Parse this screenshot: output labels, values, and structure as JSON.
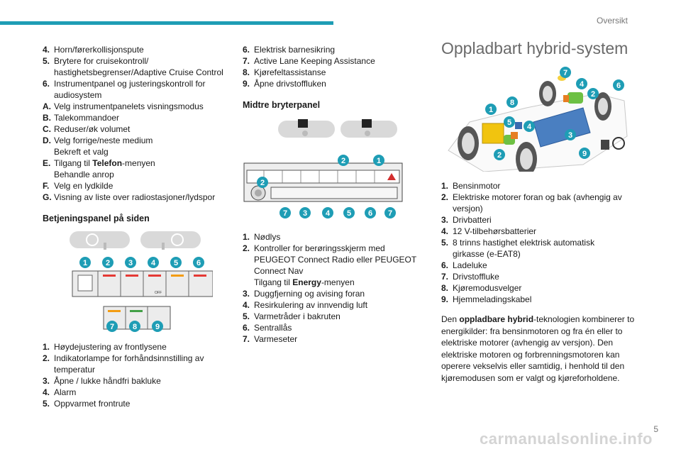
{
  "header": {
    "section": "Oversikt"
  },
  "col1": {
    "items_top": [
      {
        "k": "4.",
        "v": "Horn/førerkollisjonspute"
      },
      {
        "k": "5.",
        "v": "Brytere for cruisekontroll/"
      },
      {
        "k": "",
        "v": "hastighetsbegrenser/Adaptive Cruise Control"
      },
      {
        "k": "6.",
        "v": "Instrumentpanel og justeringskontroll for"
      },
      {
        "k": "",
        "v": "audiosystem"
      },
      {
        "k": "A.",
        "v": "Velg instrumentpanelets visningsmodus"
      },
      {
        "k": "B.",
        "v": "Talekommandoer"
      },
      {
        "k": "C.",
        "v": "Reduser/øk volumet"
      },
      {
        "k": "D.",
        "v": "Velg forrige/neste medium"
      },
      {
        "k": "",
        "v": "Bekreft et valg"
      },
      {
        "k": "E.",
        "v": "Tilgang til "
      },
      {
        "k": "",
        "v": "Behandle anrop"
      },
      {
        "k": "F.",
        "v": "Velg en lydkilde"
      },
      {
        "k": "G.",
        "v": "Visning av liste over radiostasjoner/lydspor"
      }
    ],
    "e_bold": "Telefon",
    "e_suffix": "-menyen",
    "heading": "Betjeningspanel på siden",
    "items_bottom": [
      {
        "k": "1.",
        "v": "Høydejustering av frontlysene"
      },
      {
        "k": "2.",
        "v": "Indikatorlampe for forhåndsinnstilling av"
      },
      {
        "k": "",
        "v": "temperatur"
      },
      {
        "k": "3.",
        "v": "Åpne / lukke håndfri bakluke"
      },
      {
        "k": "4.",
        "v": "Alarm"
      },
      {
        "k": "5.",
        "v": "Oppvarmet frontrute"
      }
    ]
  },
  "col2": {
    "items_top": [
      {
        "k": "6.",
        "v": "Elektrisk barnesikring"
      },
      {
        "k": "7.",
        "v": "Active Lane Keeping Assistance"
      },
      {
        "k": "8.",
        "v": "Kjørefeltassistanse"
      },
      {
        "k": "9.",
        "v": "Åpne drivstoffluken"
      }
    ],
    "heading": "Midtre bryterpanel",
    "items_bottom": [
      {
        "k": "1.",
        "v": "Nødlys"
      },
      {
        "k": "2.",
        "v": "Kontroller for berøringsskjerm med"
      },
      {
        "k": "",
        "v": "PEUGEOT Connect Radio eller PEUGEOT"
      },
      {
        "k": "",
        "v": "Connect Nav"
      },
      {
        "k": "",
        "v": "Tilgang til "
      },
      {
        "k": "3.",
        "v": "Duggfjerning og avising foran"
      },
      {
        "k": "4.",
        "v": "Resirkulering av innvendig luft"
      },
      {
        "k": "5.",
        "v": "Varmetråder i bakruten"
      },
      {
        "k": "6.",
        "v": "Sentrallås"
      },
      {
        "k": "7.",
        "v": "Varmeseter"
      }
    ],
    "energy_bold": "Energy",
    "energy_suffix": "-menyen"
  },
  "col3": {
    "title": "Oppladbart hybrid-system",
    "items": [
      {
        "k": "1.",
        "v": "Bensinmotor"
      },
      {
        "k": "2.",
        "v": "Elektriske motorer foran og bak (avhengig av"
      },
      {
        "k": "",
        "v": "versjon)"
      },
      {
        "k": "3.",
        "v": "Drivbatteri"
      },
      {
        "k": "4.",
        "v": "12 V-tilbehørsbatterier"
      },
      {
        "k": "5.",
        "v": "8 trinns hastighet elektrisk automatisk"
      },
      {
        "k": "",
        "v": "girkasse (e-EAT8)"
      },
      {
        "k": "6.",
        "v": "Ladeluke"
      },
      {
        "k": "7.",
        "v": "Drivstoffluke"
      },
      {
        "k": "8.",
        "v": "Kjøremodusvelger"
      },
      {
        "k": "9.",
        "v": "Hjemmeladingskabel"
      }
    ],
    "para_prefix": "Den ",
    "para_bold": "oppladbare hybrid",
    "para_rest": "-teknologien kombinerer to energikilder: fra bensinmotoren og fra én eller to elektriske motorer (avhengig av versjon). Den elektriske motoren og forbrenningsmotoren kan operere vekselvis eller samtidig, i henhold til den kjøremodusen som er valgt og kjøreforholdene."
  },
  "diagrams": {
    "side_panel_numbers": [
      "1",
      "2",
      "3",
      "4",
      "5",
      "6",
      "7",
      "8",
      "9"
    ],
    "side_panel_off": "OFF",
    "center_panel_numbers": [
      "7",
      "3",
      "4",
      "5",
      "6",
      "7",
      "2",
      "2",
      "1"
    ],
    "car_numbers": [
      "7",
      "4",
      "6",
      "2",
      "1",
      "8",
      "5",
      "4",
      "3",
      "9",
      "2"
    ]
  },
  "colors": {
    "accent": "#1e9db5",
    "badge": "#1e9db5",
    "led_red": "#e53935",
    "led_orange": "#f39c12",
    "led_green": "#43a047",
    "hazard": "#d32f2f"
  },
  "footer": {
    "page": "5",
    "watermark": "carmanualsonline.info"
  }
}
